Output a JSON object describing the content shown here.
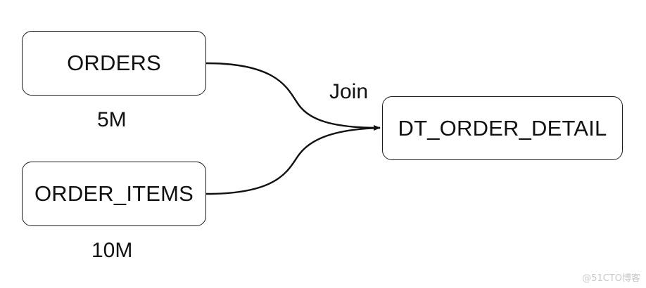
{
  "nodes": {
    "orders": {
      "label": "ORDERS",
      "size": "5M"
    },
    "order_items": {
      "label": "ORDER_ITEMS",
      "size": "10M"
    },
    "dt_order_detail": {
      "label": "DT_ORDER_DETAIL"
    }
  },
  "edge_label": "Join",
  "edges": [
    {
      "from": "orders",
      "to": "dt_order_detail"
    },
    {
      "from": "order_items",
      "to": "dt_order_detail"
    }
  ],
  "watermark": "@51CTO博客"
}
